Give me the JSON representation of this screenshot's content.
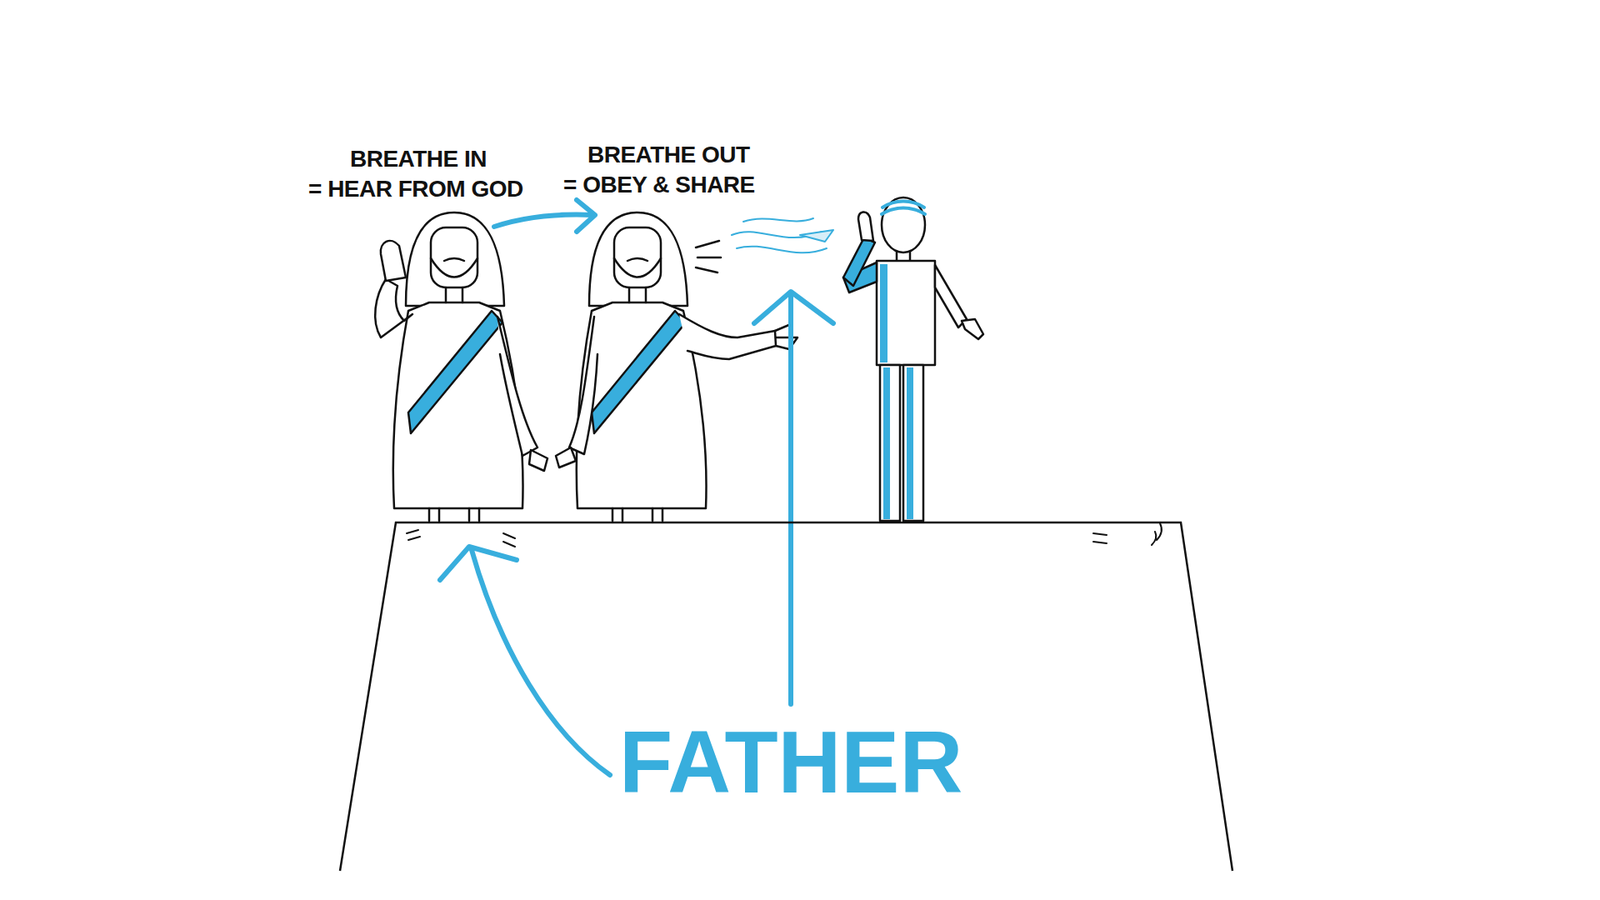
{
  "diagram": {
    "nodes": [
      {
        "text": [
          "FATHER"
        ]
      }
    ],
    "labels": [
      "BREATHE IN",
      "= HEAR FROM GOD",
      "BREATHE OUT",
      "= OBEY & SHARE"
    ]
  }
}
